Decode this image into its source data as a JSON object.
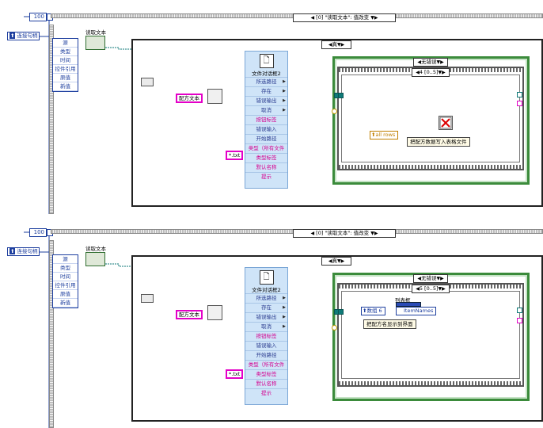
{
  "panels": [
    {
      "const_value": "100",
      "ref_label": "连接句柄",
      "event_items": [
        "源",
        "类型",
        "时间",
        "控件引用",
        "原值",
        "新值"
      ],
      "indicator_label": "读取文本",
      "event_selector": "[0] \"读取文本\": 值改变",
      "case_selector": "真",
      "error_selector": "无错误",
      "seq_selector": "4 [0..5]",
      "recipe_text": "配方文本",
      "filter_text": "*.txt",
      "fd_title": "文件对话框2",
      "fd_rows": [
        {
          "label": "所选路径",
          "pink": false
        },
        {
          "label": "存在",
          "pink": false
        },
        {
          "label": "错误输出",
          "pink": false
        },
        {
          "label": "取消",
          "pink": false
        },
        {
          "label": "按钮标签",
          "pink": true
        },
        {
          "label": "错误输入",
          "pink": false
        },
        {
          "label": "开始路径",
          "pink": false
        },
        {
          "label": "类型（所有文件",
          "pink": true
        },
        {
          "label": "类型标签",
          "pink": true
        },
        {
          "label": "默认名称",
          "pink": true
        },
        {
          "label": "提示",
          "pink": true
        }
      ],
      "ref_all_rows": "all rows",
      "subvi_label": "把配方数据写入表格文件"
    },
    {
      "const_value": "100",
      "ref_label": "连接句柄",
      "event_items": [
        "源",
        "类型",
        "时间",
        "控件引用",
        "原值",
        "新值"
      ],
      "indicator_label": "读取文本",
      "event_selector": "[0] \"读取文本\": 值改变",
      "case_selector": "真",
      "error_selector": "无错误",
      "seq_selector": "5 [0..5]",
      "recipe_text": "配方文本",
      "filter_text": "*.txt",
      "fd_title": "文件对话框2",
      "fd_rows": [
        {
          "label": "所选路径",
          "pink": false
        },
        {
          "label": "存在",
          "pink": false
        },
        {
          "label": "错误输出",
          "pink": false
        },
        {
          "label": "取消",
          "pink": false
        },
        {
          "label": "按钮标签",
          "pink": true
        },
        {
          "label": "错误输入",
          "pink": false
        },
        {
          "label": "开始路径",
          "pink": false
        },
        {
          "label": "类型（所有文件",
          "pink": true
        },
        {
          "label": "类型标签",
          "pink": true
        },
        {
          "label": "默认名称",
          "pink": true
        },
        {
          "label": "提示",
          "pink": true
        }
      ],
      "listbox_label": "列表框",
      "ref_array": "数组 6",
      "item_names": "ItemNames",
      "subvi_label": "把配方名显示到界面"
    }
  ],
  "colors": {
    "teal_wire": "#0f7a78",
    "pink_wire": "#e400c8",
    "gold_wire": "#c09a00",
    "green_frame": "#3b8b3b",
    "blue_ref": "#1e3f9f"
  }
}
